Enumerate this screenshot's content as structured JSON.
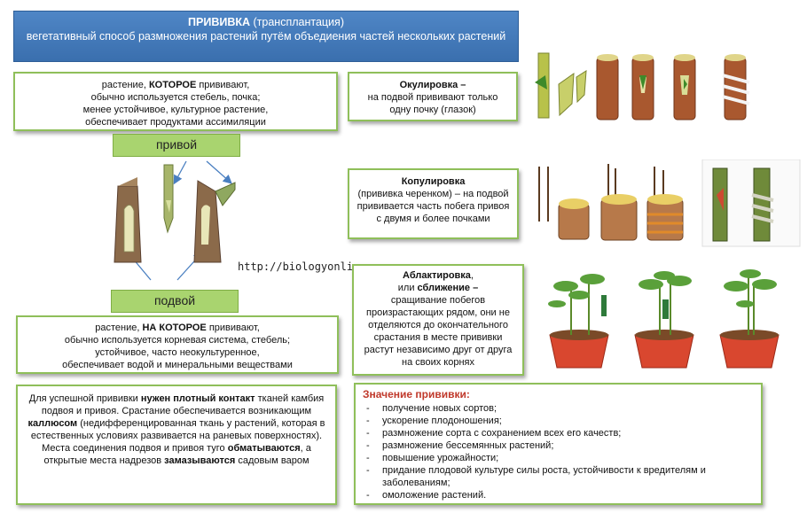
{
  "header": {
    "title": "ПРИВИВКА",
    "title_paren": " (трансплантация)",
    "subtitle": "вегетативный способ размножения растений путём объедиения частей нескольких растений"
  },
  "scion_box": {
    "l1a": "растение, ",
    "l1b": "КОТОРОЕ",
    "l1c": " прививают,",
    "l2": "обычно используется стебель, почка;",
    "l3": "менее устойчивое, культурное растение,",
    "l4": "обеспечивает продуктами ассимиляции"
  },
  "scion_label": "привой",
  "rootstock_label": "подвой",
  "stock_box": {
    "l1a": "растение, ",
    "l1b": "НА КОТОРОЕ",
    "l1c": " прививают,",
    "l2": "обычно используется корневая система, стебель;",
    "l3": "устойчивое, часто неокультуренное,",
    "l4": "обеспечивает водой и минеральными веществами"
  },
  "watermark": "http://biologyonline.ru",
  "success_box": {
    "p1": "Для успешной прививки ",
    "p1b": "нужен плотный контакт",
    "p2": " тканей камбия подвоя и привоя. Срастание обеспечивается возникающим ",
    "p2b": "каллюсом",
    "p3": " (недифференцированная ткань у растений, которая в естественных условиях развивается на раневых поверхностях). Места соединения подвоя и привоя туго ",
    "p3b": "обматываются",
    "p4": ", а открытые места надрезов ",
    "p4b": "замазываются",
    "p5": " садовым варом"
  },
  "okulirovka": {
    "title": "Окулировка –",
    "text": "на подвой прививают только одну почку (глазок)"
  },
  "kopulirovka": {
    "title": "Копулировка",
    "text": "(прививка черенком) – на подвой прививается часть побега привоя с двумя и более почками"
  },
  "ablaktirovka": {
    "title": "Аблактировка",
    "sep": ",",
    "ili": "или ",
    "alt": "сближение –",
    "text": "сращивание побегов произрастающих рядом, они не отделяются до окончательного срастания в месте прививки растут независимо друг от друга на своих корнях"
  },
  "significance": {
    "title": "Значение прививки:",
    "items": [
      "получение новых сортов;",
      "ускорение плодоношения;",
      "размножение сорта с сохранением всех его качеств;",
      "размножение бессемянных растений;",
      "повышение урожайности;",
      "придание плодовой культуре силы роста, устойчивости к вредителям и заболеваниям;",
      "омоложение растений."
    ]
  },
  "colors": {
    "header": "#3a6fae",
    "box_border": "#8fbf5a",
    "label_green": "#a9d46f",
    "accent_red": "#c0392b",
    "arrow": "#4a7fc1"
  }
}
